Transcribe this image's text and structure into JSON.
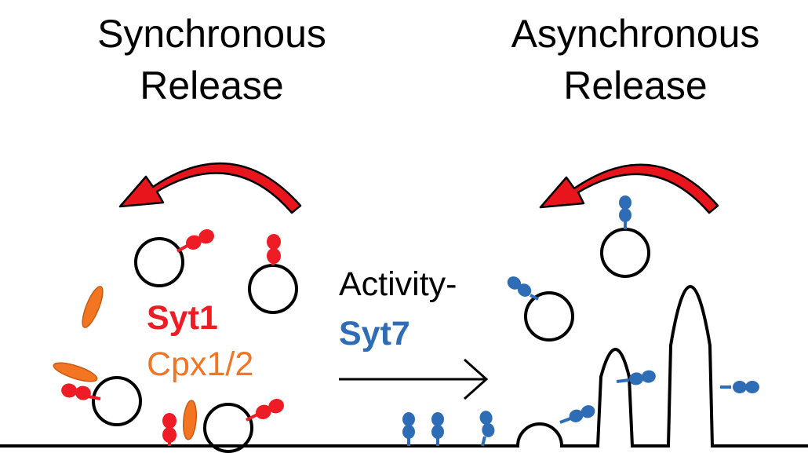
{
  "titles": {
    "left": [
      "Synchronous",
      "Release"
    ],
    "right": [
      "Asynchronous",
      "Release"
    ]
  },
  "labels": {
    "syt1": "Syt1",
    "cpx": "Cpx1/2",
    "activity": "Activity-",
    "syt7": "Syt7"
  },
  "colors": {
    "syt1": "#ee1c25",
    "cpx": "#f47521",
    "syt7": "#2e6db5",
    "arrow": "#e8161c"
  }
}
